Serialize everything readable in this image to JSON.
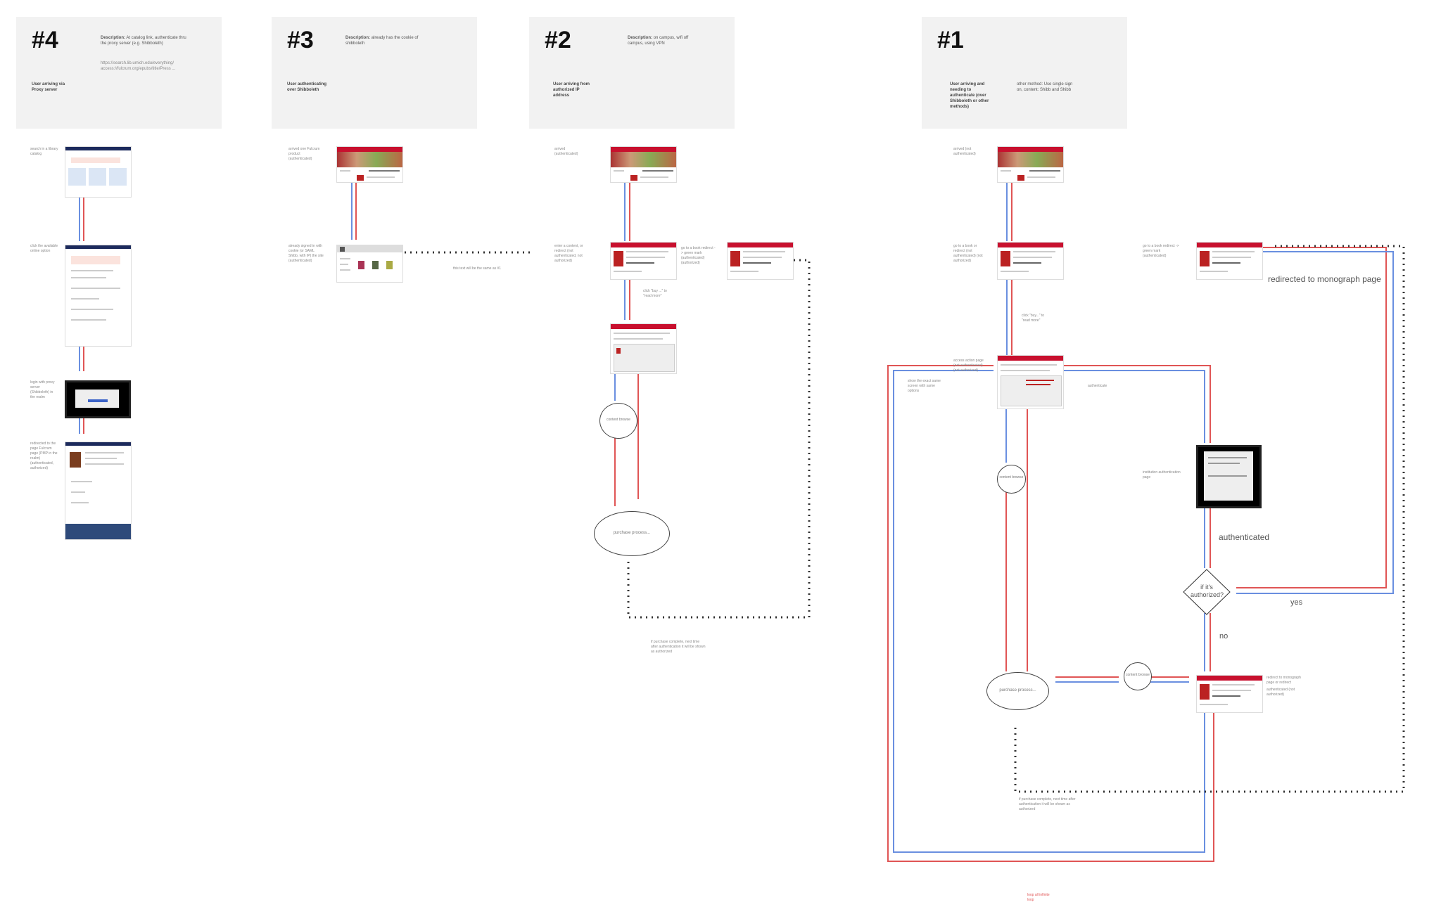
{
  "cards": [
    {
      "num": "#4",
      "desc_bold": "Description:",
      "desc": "At catalog link, authenticate thru the proxy server (e.g. Shibboleth)",
      "desc2": "https://search.lib.umich.edu/everything/ access://fulcrum.org/epubs/title/Press ...",
      "label": "User arriving via Proxy server"
    },
    {
      "num": "#3",
      "desc_bold": "Description:",
      "desc": "already has the cookie of shibboleth",
      "desc2": "",
      "label": "User authenticating over Shibboleth"
    },
    {
      "num": "#2",
      "desc_bold": "Description:",
      "desc": "on campus, wifi off campus, using VPN",
      "desc2": "",
      "label": "User arriving from authorized IP address"
    },
    {
      "num": "#1",
      "desc_bold": "",
      "desc": "other method: Use single sign on, content: Shibb and Shibb",
      "desc2": "",
      "label": "User arriving and needing to authenticate (over Shibboleth or other methods)"
    }
  ],
  "notes": {
    "c4_1": "search in a library catalog",
    "c4_2": "click the available online option",
    "c4_3": "login with proxy server (Shibboleth) in the realm",
    "c4_4": "redirected to the page Fulcrum page (PMP in the realm) (authenticated, authorized)",
    "c3_1": "arrived one Fulcrum product (authenticated)",
    "c3_2": "already signed in with cookie (or SAML Shibb, with IP) the site (authenticated)",
    "c3_3": "this text will be the same as #1",
    "c2_1": "arrived (authenticated)",
    "c2_2": "enter a content, or redirect (not authenticated, not authorized)",
    "c2_3": "go to a book redirect -> green mark (authenticated) (authorized)",
    "c2_4": "click \"buy ...\" to \"read more\"",
    "c2_5": "content browse",
    "c2_6": "purchase process...",
    "c2_7": "if purchase complete, next time after authentication it will be shown as authorized",
    "c1_1": "arrived (not authenticated)",
    "c1_2": "go to a book or redirect (not authenticated) (not authorized)",
    "c1_3": "go to a book redirect -> green mark (authenticated)",
    "c1_4": "click \"buy...\" to \"read more\"",
    "c1_5": "access action page (not authenticated) (not authorized)",
    "c1_6": "show the exact same screen with same options",
    "c1_7": "authenticate",
    "c1_8": "content browse",
    "c1_9": "institution authentication page",
    "c1_10": "redirect to monograph page or redirect",
    "c1_11": "authenticated (not authorized)",
    "c1_12": "content browse",
    "c1_13": "purchase process...",
    "c1_14": "if purchase complete, next time after authentication it will be shown as authorized",
    "c1_15": "loop all infinite loop"
  },
  "big_labels": {
    "redirected": "redirected to monograph page",
    "authenticated": "authenticated",
    "decision": "if it's authorized?",
    "yes": "yes",
    "no": "no"
  },
  "colors": {
    "card_bg": "#f2f2f2",
    "red_line": "#e05555",
    "blue_line": "#6a8fe0",
    "brand_red": "#c8102e"
  }
}
